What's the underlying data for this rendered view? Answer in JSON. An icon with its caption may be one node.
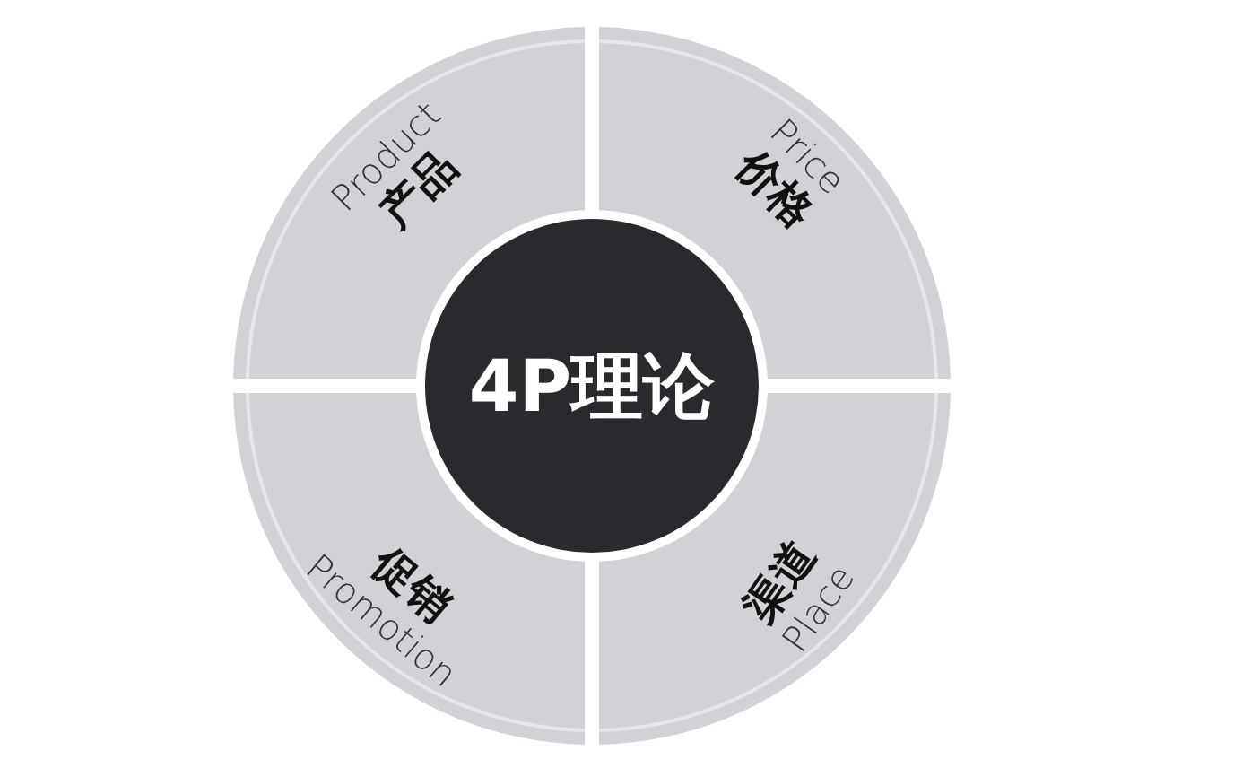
{
  "diagram": {
    "nodes": [
      {
        "text": [
          "4P理论"
        ]
      },
      {
        "text": [
          "Product",
          "产品"
        ]
      },
      {
        "text": [
          "Price",
          "价格"
        ]
      },
      {
        "text": [
          "促销",
          "Promotion"
        ]
      },
      {
        "text": [
          "渠道",
          "Place"
        ]
      }
    ]
  }
}
